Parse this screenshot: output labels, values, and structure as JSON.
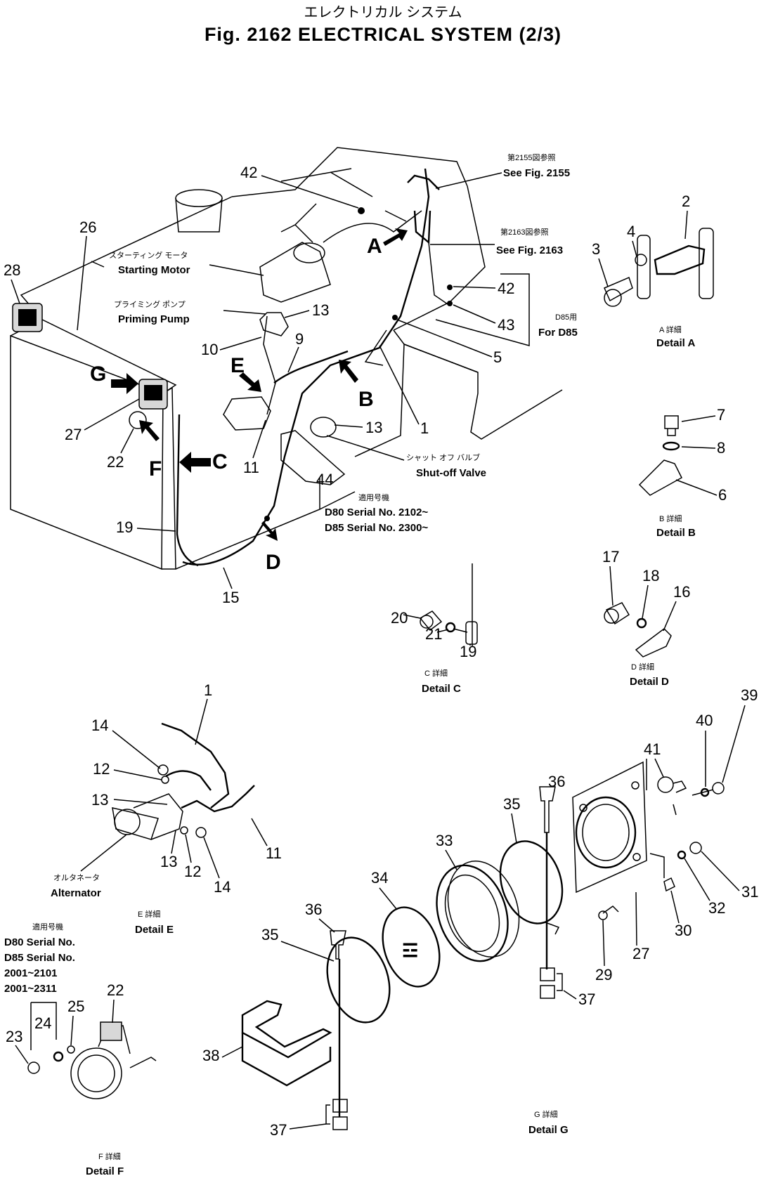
{
  "title": {
    "jp": "エレクトリカル システム",
    "en": "Fig. 2162 ELECTRICAL SYSTEM (2/3)"
  },
  "refs": {
    "fig2155_jp": "第2155図参照",
    "fig2155": "See Fig. 2155",
    "fig2163_jp": "第2163図参照",
    "fig2163": "See Fig. 2163",
    "d85_jp": "D85用",
    "d85": "For D85"
  },
  "labels": {
    "starting_motor_jp": "スターティング モータ",
    "starting_motor": "Starting Motor",
    "priming_pump_jp": "プライミング ポンプ",
    "priming_pump": "Priming Pump",
    "shutoff_jp": "シャット オフ バルブ",
    "shutoff": "Shut-off Valve",
    "serial_jp": "適用号機",
    "serial1": "D80 Serial No. 2102~",
    "serial2": "D85 Serial No. 2300~",
    "alternator_jp": "オルタネータ",
    "alternator": "Alternator",
    "serialE_jp": "適用号機",
    "serialE1": "D80 Serial No.",
    "serialE2": "D85 Serial No.",
    "serialE3": "2001~2101",
    "serialE4": "2001~2311"
  },
  "details": {
    "a_jp": "A 詳細",
    "a": "Detail A",
    "b_jp": "B 詳細",
    "b": "Detail B",
    "c_jp": "C 詳細",
    "c": "Detail C",
    "d_jp": "D 詳細",
    "d": "Detail D",
    "e_jp": "E 詳細",
    "e": "Detail E",
    "f_jp": "F 詳細",
    "f": "Detail F",
    "g_jp": "G 詳細",
    "g": "Detail G"
  },
  "view_arrows": {
    "a": "A",
    "b": "B",
    "c": "C",
    "d": "D",
    "e": "E",
    "f": "F",
    "g": "G"
  },
  "callouts": [
    "42",
    "26",
    "28",
    "13",
    "10",
    "9",
    "1",
    "5",
    "27",
    "22",
    "11",
    "13",
    "44",
    "19",
    "15",
    "42",
    "43",
    "2",
    "3",
    "4",
    "7",
    "8",
    "6",
    "17",
    "18",
    "16",
    "20",
    "21",
    "19",
    "14",
    "12",
    "13",
    "13",
    "12",
    "14",
    "11",
    "1",
    "41",
    "40",
    "39",
    "36",
    "35",
    "33",
    "34",
    "36",
    "35",
    "31",
    "32",
    "30",
    "29",
    "27",
    "37",
    "37",
    "38",
    "23",
    "24",
    "25",
    "22"
  ]
}
